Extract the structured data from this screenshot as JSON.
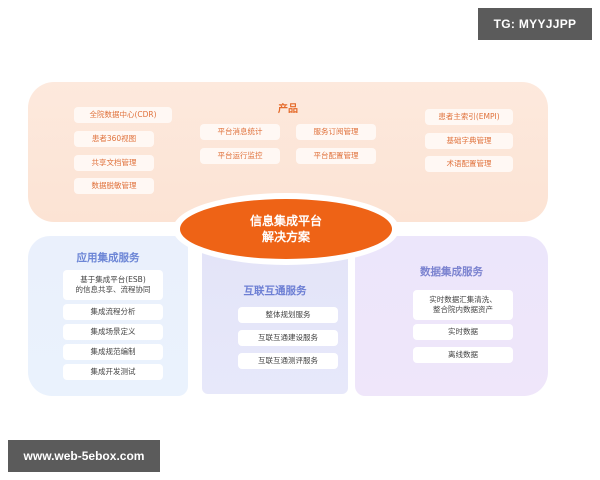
{
  "watermarks": {
    "top_right": "TG: MYYJJPP",
    "bottom_left": "www.web-5ebox.com"
  },
  "center": {
    "line1": "信息集成平台",
    "line2": "解决方案",
    "color": "#ee6316"
  },
  "products": {
    "title": "产品",
    "left_items": [
      "全院数据中心(CDR)",
      "患者360视图",
      "共享文档管理",
      "数据脱敏管理"
    ],
    "mid_items": [
      "平台消息统计",
      "服务订阅管理",
      "平台运行监控",
      "平台配置管理"
    ],
    "right_items": [
      "患者主索引(EMPI)",
      "基础字典管理",
      "术语配置管理"
    ],
    "color": "#e56a2a"
  },
  "app_integration": {
    "title": "应用集成服务",
    "items": [
      {
        "line1": "基于集成平台(ESB)",
        "line2": "的信息共享、流程协同"
      },
      {
        "line1": "集成流程分析"
      },
      {
        "line1": "集成场景定义"
      },
      {
        "line1": "集成规范编制"
      },
      {
        "line1": "集成开发测试"
      }
    ]
  },
  "interconnect": {
    "title": "互联互通服务",
    "items": [
      "整体规划服务",
      "互联互通建设服务",
      "互联互通测评服务"
    ]
  },
  "data_integration": {
    "title": "数据集成服务",
    "items": [
      {
        "line1": "实时数据汇集清洗、",
        "line2": "整合院内数据资产"
      },
      {
        "line1": "实时数据"
      },
      {
        "line1": "离线数据"
      }
    ]
  }
}
